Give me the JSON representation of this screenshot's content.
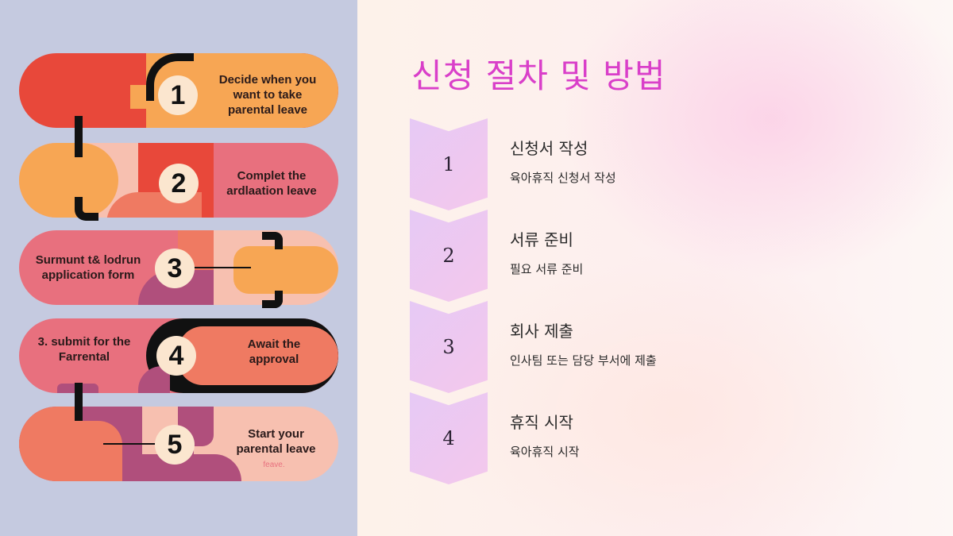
{
  "slide": {
    "title": "신청 절차 및 방법",
    "title_color": "#d93fc9",
    "steps": [
      {
        "number": "1",
        "title": "신청서 작성",
        "description": "육아휴직 신청서 작성"
      },
      {
        "number": "2",
        "title": "서류 준비",
        "description": "필요 서류 준비"
      },
      {
        "number": "3",
        "title": "회사 제출",
        "description": "인사팀 또는 담당 부서에 제출"
      },
      {
        "number": "4",
        "title": "휴직 시작",
        "description": "육아휴직 시작"
      }
    ]
  },
  "illustration": {
    "pills": [
      {
        "number": "1",
        "text_lines": [
          "Decide when you",
          "want to take",
          "parental leave"
        ]
      },
      {
        "number": "2",
        "text_lines": [
          "Complet the",
          "ardlaation leave"
        ]
      },
      {
        "number": "3",
        "text_lines": [
          "Surmunt t& lodrun",
          "application form"
        ]
      },
      {
        "number": "4",
        "left_text_lines": [
          "3. submit for the",
          "Farrental"
        ],
        "text_lines": [
          "Await the",
          "approval"
        ]
      },
      {
        "number": "5",
        "text_lines": [
          "Start your",
          "parental leave"
        ],
        "subtext": "feave."
      }
    ],
    "colors": {
      "background": "#c5cae0",
      "orange": "#f7a654",
      "red": "#e8483a",
      "pink": "#e8707e",
      "salmon": "#ef7a62",
      "light_pink": "#f7c0b0",
      "plum": "#b04f7c",
      "cream": "#fbe6cf"
    }
  }
}
